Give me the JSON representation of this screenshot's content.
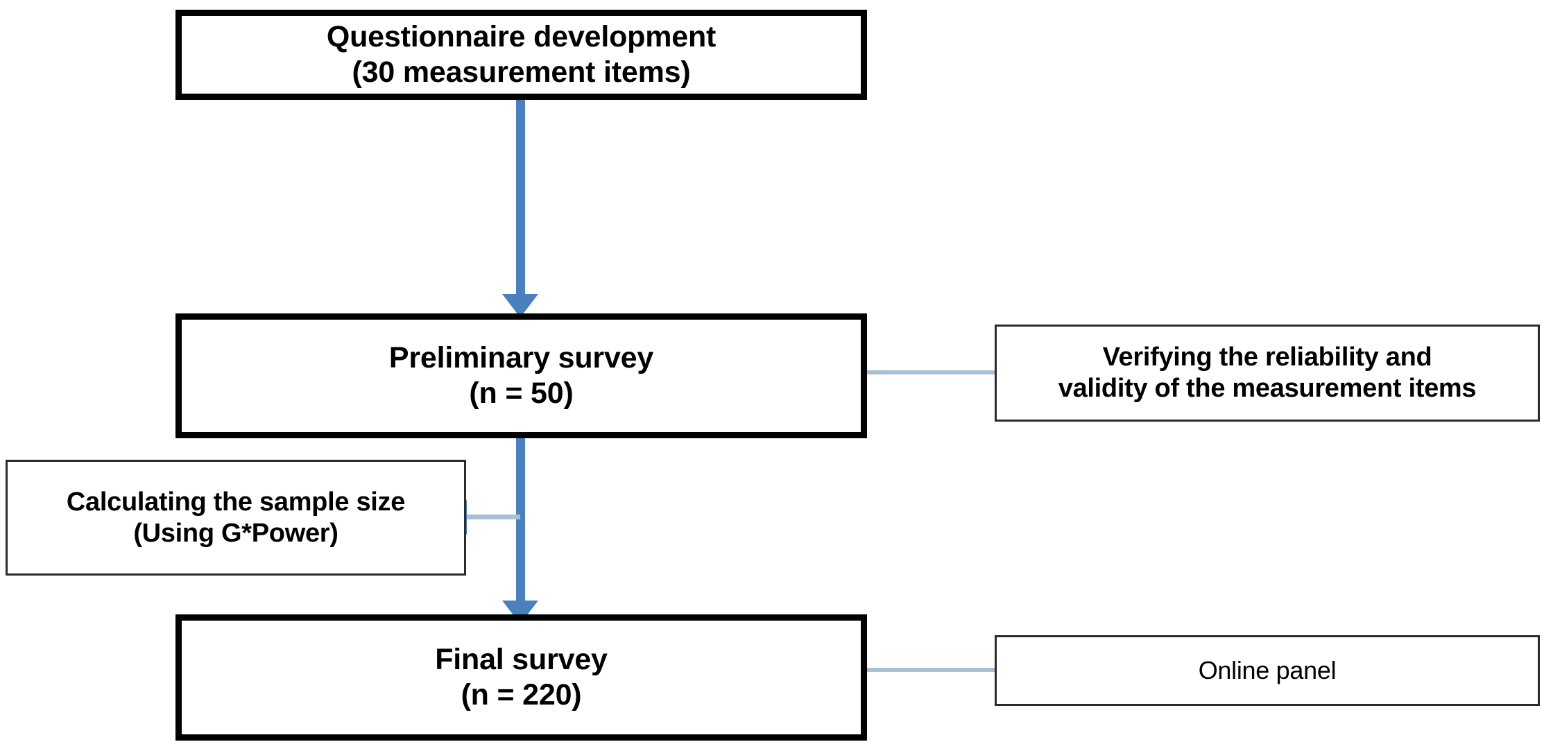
{
  "diagram": {
    "type": "flowchart",
    "title": "Survey research procedure flowchart",
    "orientation": "top-to-bottom",
    "colors": {
      "arrow_blue": "#4a81bd",
      "connector_line": "#a9c0d2",
      "box_border_main": "#000000",
      "box_border_note": "#2b2b2b",
      "background": "#ffffff",
      "text": "#000000"
    },
    "nodes": [
      {
        "id": "questionnaire-development",
        "role": "process",
        "line1": "Questionnaire development",
        "line2": "(30 measurement items)",
        "text": "Questionnaire development\n(30 measurement items)"
      },
      {
        "id": "preliminary-survey",
        "role": "process",
        "line1": "Preliminary survey",
        "line2": "(n = 50)",
        "text": "Preliminary survey\n(n = 50)"
      },
      {
        "id": "final-survey",
        "role": "process",
        "line1": "Final survey",
        "line2": "(n = 220)",
        "text": "Final survey\n(n = 220)"
      },
      {
        "id": "verifying-reliability-validity",
        "role": "annotation",
        "line1": "Verifying the reliability and",
        "line2": "validity of the measurement items",
        "text": "Verifying the reliability and\nvalidity of the measurement items"
      },
      {
        "id": "calculating-sample-size",
        "role": "annotation",
        "line1": "Calculating the sample size",
        "line2": "(Using G*Power)",
        "text": "Calculating the sample size\n(Using G*Power)"
      },
      {
        "id": "online-panel",
        "role": "annotation",
        "line1": "Online panel",
        "line2": "",
        "text": "Online panel"
      }
    ],
    "edges": [
      {
        "id": "edge-1",
        "from": "questionnaire-development",
        "to": "preliminary-survey",
        "style": "arrow",
        "direction": "down"
      },
      {
        "id": "edge-2",
        "from": "preliminary-survey",
        "to": "final-survey",
        "style": "arrow",
        "direction": "down"
      },
      {
        "id": "edge-3",
        "from": "preliminary-survey",
        "to": "verifying-reliability-validity",
        "style": "line",
        "direction": "right"
      },
      {
        "id": "edge-4",
        "from": "preliminary-survey",
        "to": "calculating-sample-size",
        "style": "arrow",
        "direction": "left"
      },
      {
        "id": "edge-5",
        "from": "final-survey",
        "to": "online-panel",
        "style": "line",
        "direction": "right"
      }
    ]
  }
}
